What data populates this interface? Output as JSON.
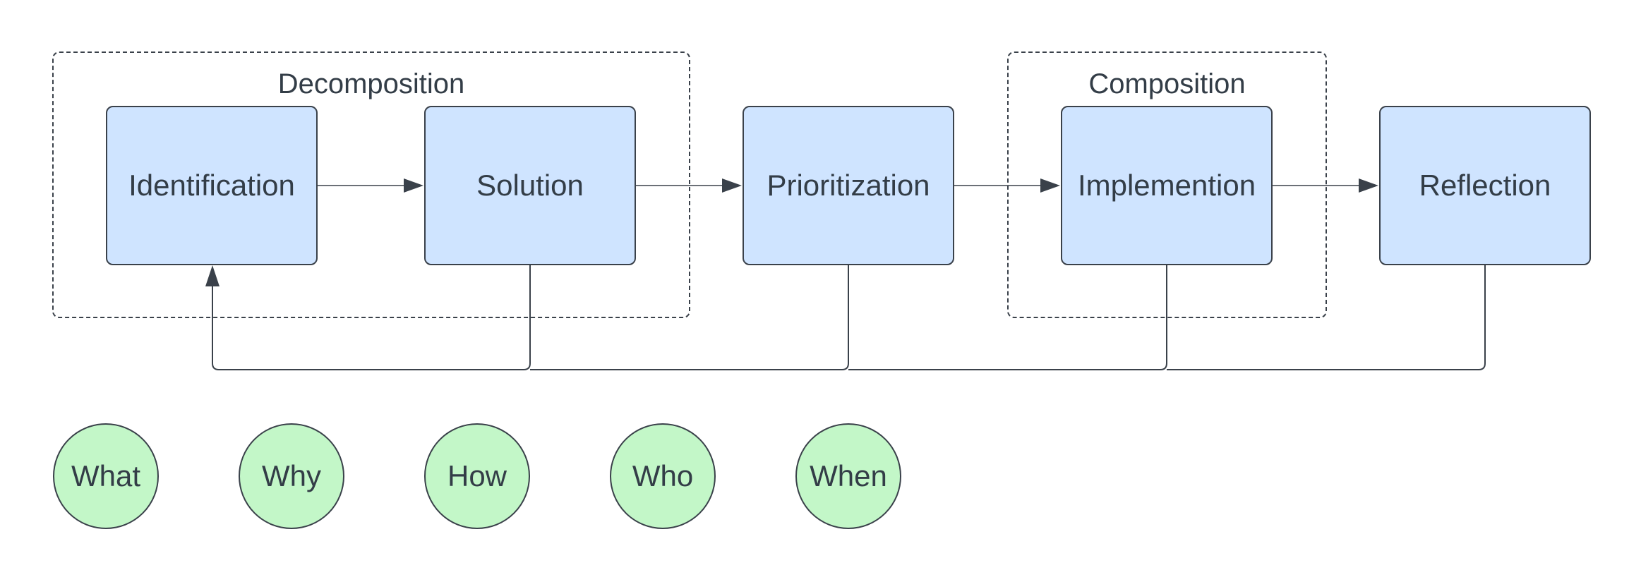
{
  "groups": {
    "decomposition": "Decomposition",
    "composition": "Composition"
  },
  "steps": {
    "identification": "Identification",
    "solution": "Solution",
    "prioritization": "Prioritization",
    "implementation": "Implemention",
    "reflection": "Reflection"
  },
  "questions": [
    "What",
    "Why",
    "How",
    "Who",
    "When"
  ],
  "colors": {
    "step_fill": "#cfe4ff",
    "question_fill": "#c3f7c8",
    "stroke": "#3a414a",
    "text": "#333d47"
  }
}
